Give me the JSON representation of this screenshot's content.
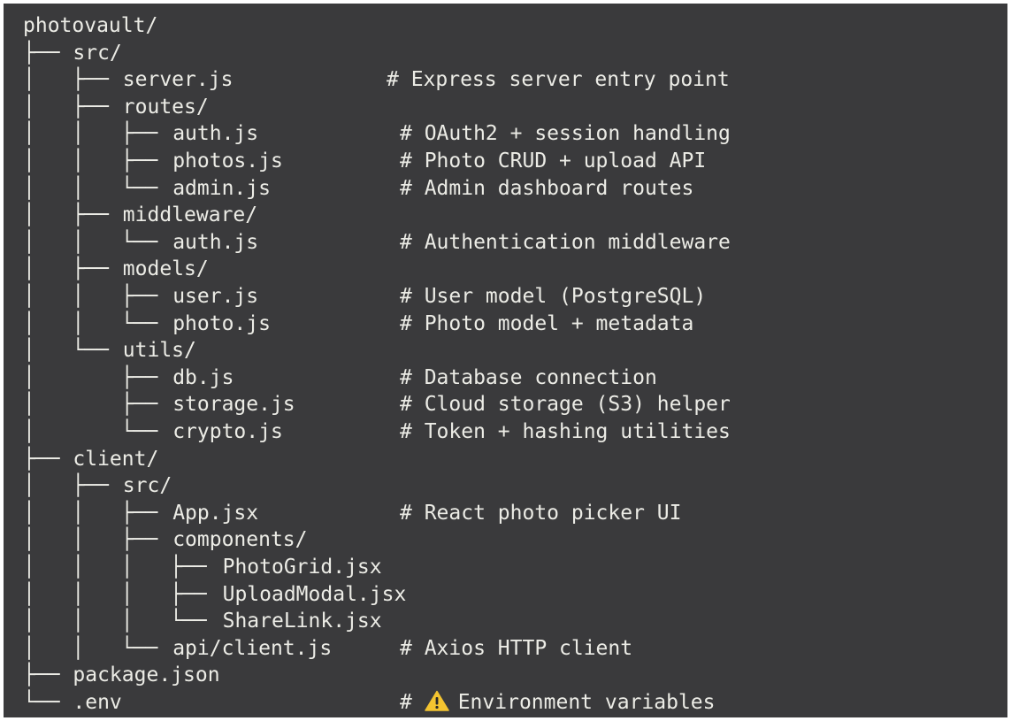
{
  "tree": {
    "root": "photovault/",
    "nodes": [
      {
        "prefix": "├── ",
        "name": "src/"
      },
      {
        "prefix": "│   ├── ",
        "name": "server.js",
        "comment": "# Express server entry point"
      },
      {
        "prefix": "│   ├── ",
        "name": "routes/"
      },
      {
        "prefix": "│   │   ├── ",
        "name": "auth.js",
        "comment": "# OAuth2 + session handling"
      },
      {
        "prefix": "│   │   ├── ",
        "name": "photos.js",
        "comment": "# Photo CRUD + upload API"
      },
      {
        "prefix": "│   │   └── ",
        "name": "admin.js",
        "comment": "# Admin dashboard routes"
      },
      {
        "prefix": "│   ├── ",
        "name": "middleware/"
      },
      {
        "prefix": "│   │   └── ",
        "name": "auth.js",
        "comment": "# Authentication middleware"
      },
      {
        "prefix": "│   ├── ",
        "name": "models/"
      },
      {
        "prefix": "│   │   ├── ",
        "name": "user.js",
        "comment": "# User model (PostgreSQL)"
      },
      {
        "prefix": "│   │   └── ",
        "name": "photo.js",
        "comment": "# Photo model + metadata"
      },
      {
        "prefix": "│   └── ",
        "name": "utils/"
      },
      {
        "prefix": "│       ├── ",
        "name": "db.js",
        "comment": "# Database connection"
      },
      {
        "prefix": "│       ├── ",
        "name": "storage.js",
        "comment": "# Cloud storage (S3) helper"
      },
      {
        "prefix": "│       └── ",
        "name": "crypto.js",
        "comment": "# Token + hashing utilities"
      },
      {
        "prefix": "├── ",
        "name": "client/"
      },
      {
        "prefix": "│   ├── ",
        "name": "src/"
      },
      {
        "prefix": "│   │   ├── ",
        "name": "App.jsx",
        "comment": "# React photo picker UI"
      },
      {
        "prefix": "│   │   ├── ",
        "name": "components/"
      },
      {
        "prefix": "│   │   │   ├── ",
        "name": "PhotoGrid.jsx"
      },
      {
        "prefix": "│   │   │   ├── ",
        "name": "UploadModal.jsx"
      },
      {
        "prefix": "│   │   │   └── ",
        "name": "ShareLink.jsx"
      },
      {
        "prefix": "│   │   └── ",
        "name": "api/client.js",
        "comment": "# Axios HTTP client"
      },
      {
        "prefix": "├── ",
        "name": "package.json"
      },
      {
        "prefix": "└── ",
        "name": ".env",
        "comment_hash": "#",
        "comment_icon": "warning-icon",
        "comment_text": "Environment variables"
      }
    ]
  },
  "colors": {
    "background": "#3a3a3c",
    "text": "#ecece6",
    "warning": "#f4c430"
  }
}
